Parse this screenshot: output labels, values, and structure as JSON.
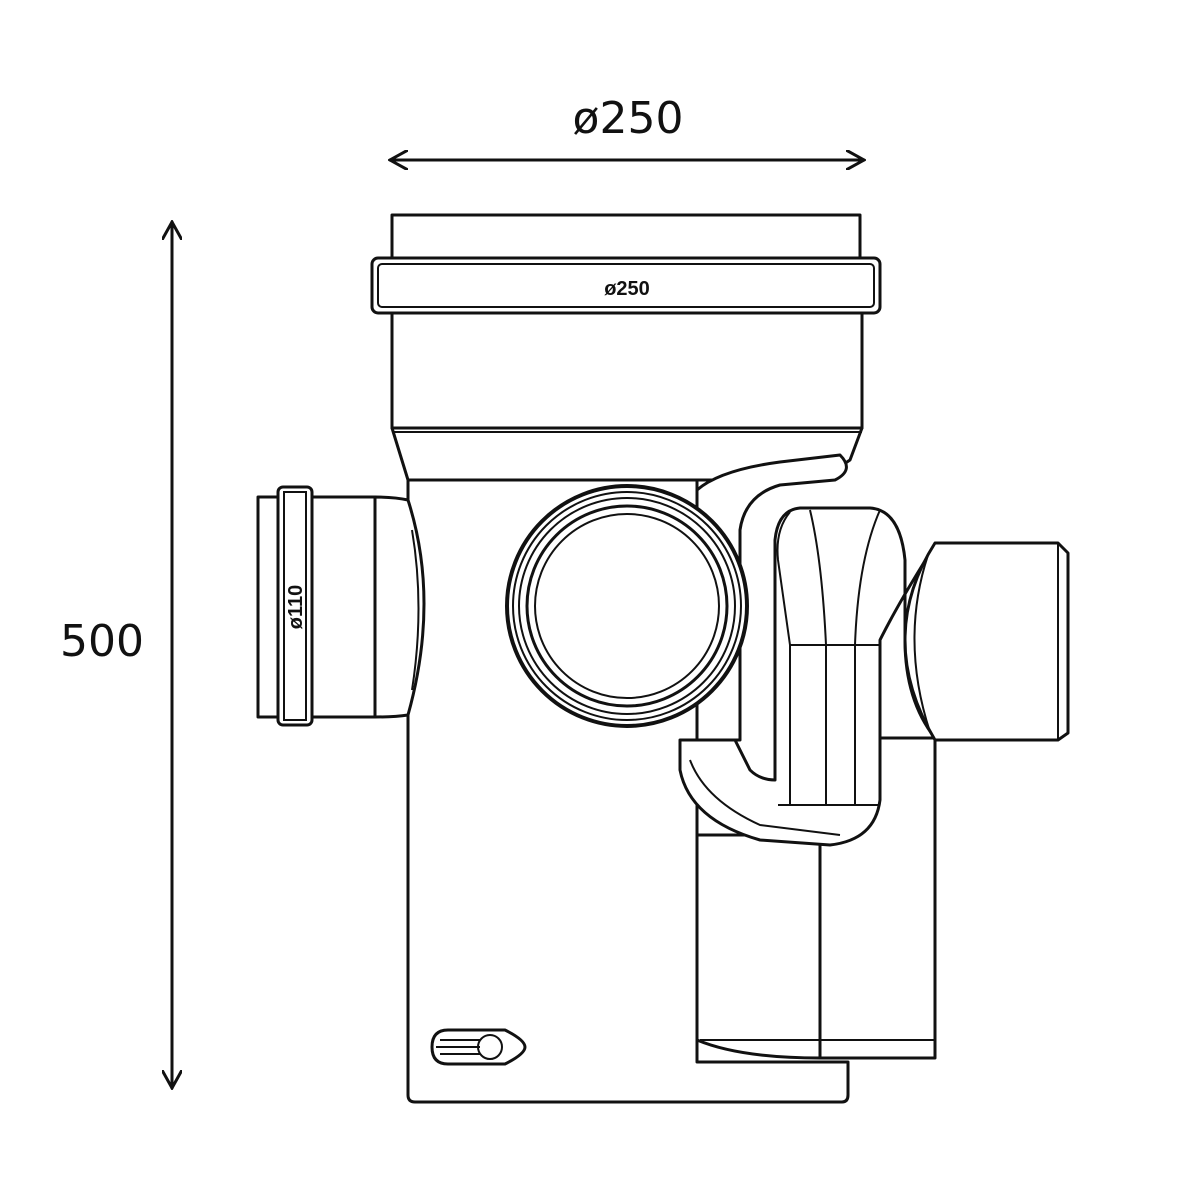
{
  "title": "Pipe inspection chamber technical drawing",
  "dimensions": {
    "width_label": "ø250",
    "height_label": "500"
  },
  "part_labels": {
    "top_socket": "ø250",
    "side_spigot": "ø110"
  },
  "colors": {
    "line": "#111111",
    "background": "#ffffff"
  }
}
